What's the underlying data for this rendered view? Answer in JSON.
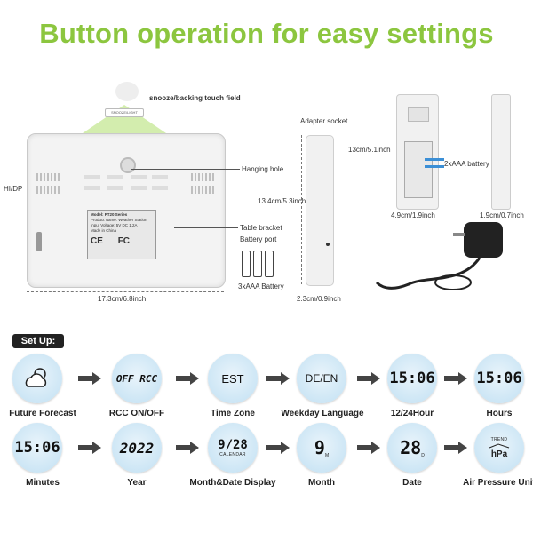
{
  "title": "Button operation for easy settings",
  "device_labels": {
    "snooze": "snooze/backing touch field",
    "snooze_bar": "SNOOZE/LIGHT",
    "hanging_hole": "Hanging hole",
    "hi_dp": "HI/DP",
    "table_bracket": "Table bracket",
    "battery_port": "Battery port",
    "battery_3aaa": "3xAAA Battery",
    "adapter_socket": "Adapter socket",
    "width_dim": "17.3cm/6.8inch",
    "height_dim": "13.4cm/5.3inch",
    "depth_dim": "2.3cm/0.9inch",
    "small_height": "13cm/5.1inch",
    "small_width": "4.9cm/1.9inch",
    "small_depth": "1.9cm/0.7inch",
    "battery_2aaa": "2xAAA battery"
  },
  "sticker": {
    "line1": "Model: PT20 Series",
    "line2": "Product Name: Weather Station",
    "line3": "Input Voltage: 5V DC 1.2A",
    "line4": "Made in China",
    "ce": "CE",
    "fc": "FC"
  },
  "setup_label": "Set Up:",
  "steps_row1": [
    {
      "display": "",
      "label": "Future Forecast"
    },
    {
      "display": "OFF RCC",
      "label": "RCC ON/OFF"
    },
    {
      "display": "EST",
      "label": "Time Zone"
    },
    {
      "display": "DE/EN",
      "label": "Weekday Language"
    },
    {
      "display": "15:06",
      "label": "12/24Hour"
    },
    {
      "display": "15:06",
      "label": "Hours"
    }
  ],
  "steps_row2": [
    {
      "display": "15:06",
      "label": "Minutes"
    },
    {
      "display": "2022",
      "label": "Year"
    },
    {
      "display": "9/28",
      "sub": "CALENDAR",
      "label": "Month&Date Display"
    },
    {
      "display": "9",
      "sub": "M",
      "label": "Month"
    },
    {
      "display": "28",
      "sub": "D",
      "label": "Date"
    },
    {
      "display": "hPa",
      "sub": "TREND",
      "label": "Air Pressure Unit"
    }
  ]
}
